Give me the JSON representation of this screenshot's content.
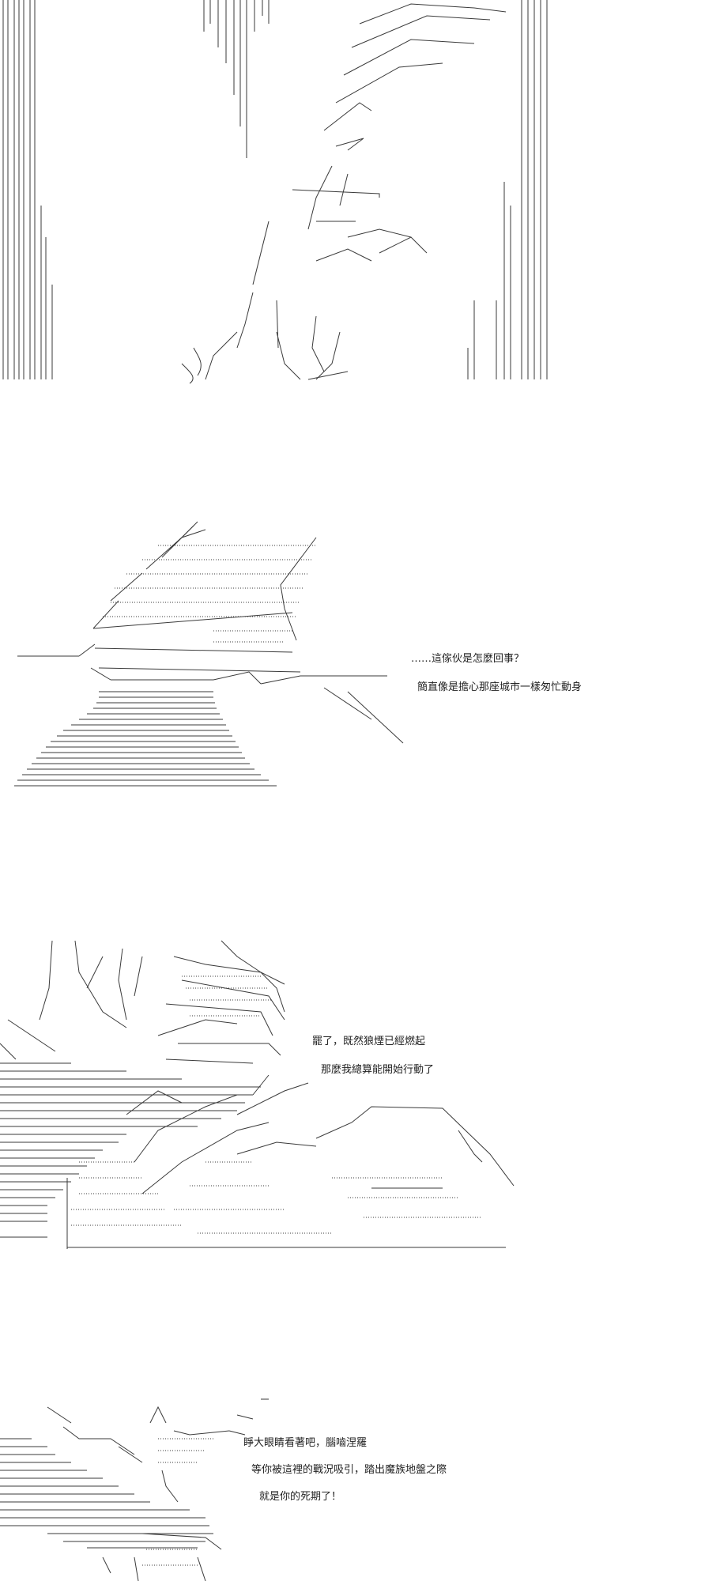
{
  "panels": [
    {
      "id": "panel-1",
      "captions": []
    },
    {
      "id": "panel-2",
      "captions": [
        "……這傢伙是怎麼回事？",
        "簡直像是擔心那座城市一樣匆忙動身"
      ]
    },
    {
      "id": "panel-3",
      "captions": [
        "罷了，既然狼煙已經燃起",
        "那麼我總算能開始行動了"
      ]
    },
    {
      "id": "panel-4",
      "captions": [
        "睜大眼睛看著吧，腦嚙涅羅",
        "等你被這裡的戰況吸引，踏出魔族地盤之際",
        "就是你的死期了！"
      ]
    }
  ]
}
